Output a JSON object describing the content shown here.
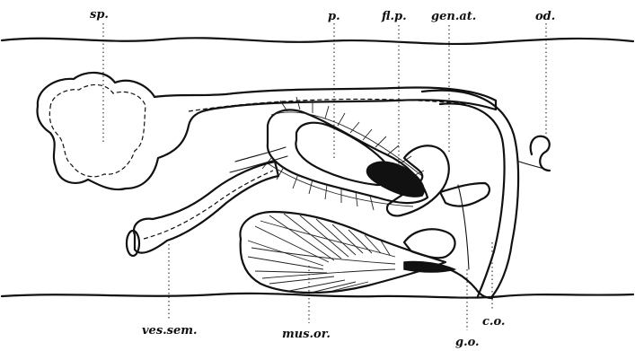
{
  "labels": {
    "sp": "sp.",
    "p": "p.",
    "fl_p": "fl.p.",
    "gen_at": "gen.at.",
    "od": "od.",
    "ves_sem": "ves.sem.",
    "mus_or": "mus.or.",
    "c_o": "c.o.",
    "g_o": "g.o."
  }
}
